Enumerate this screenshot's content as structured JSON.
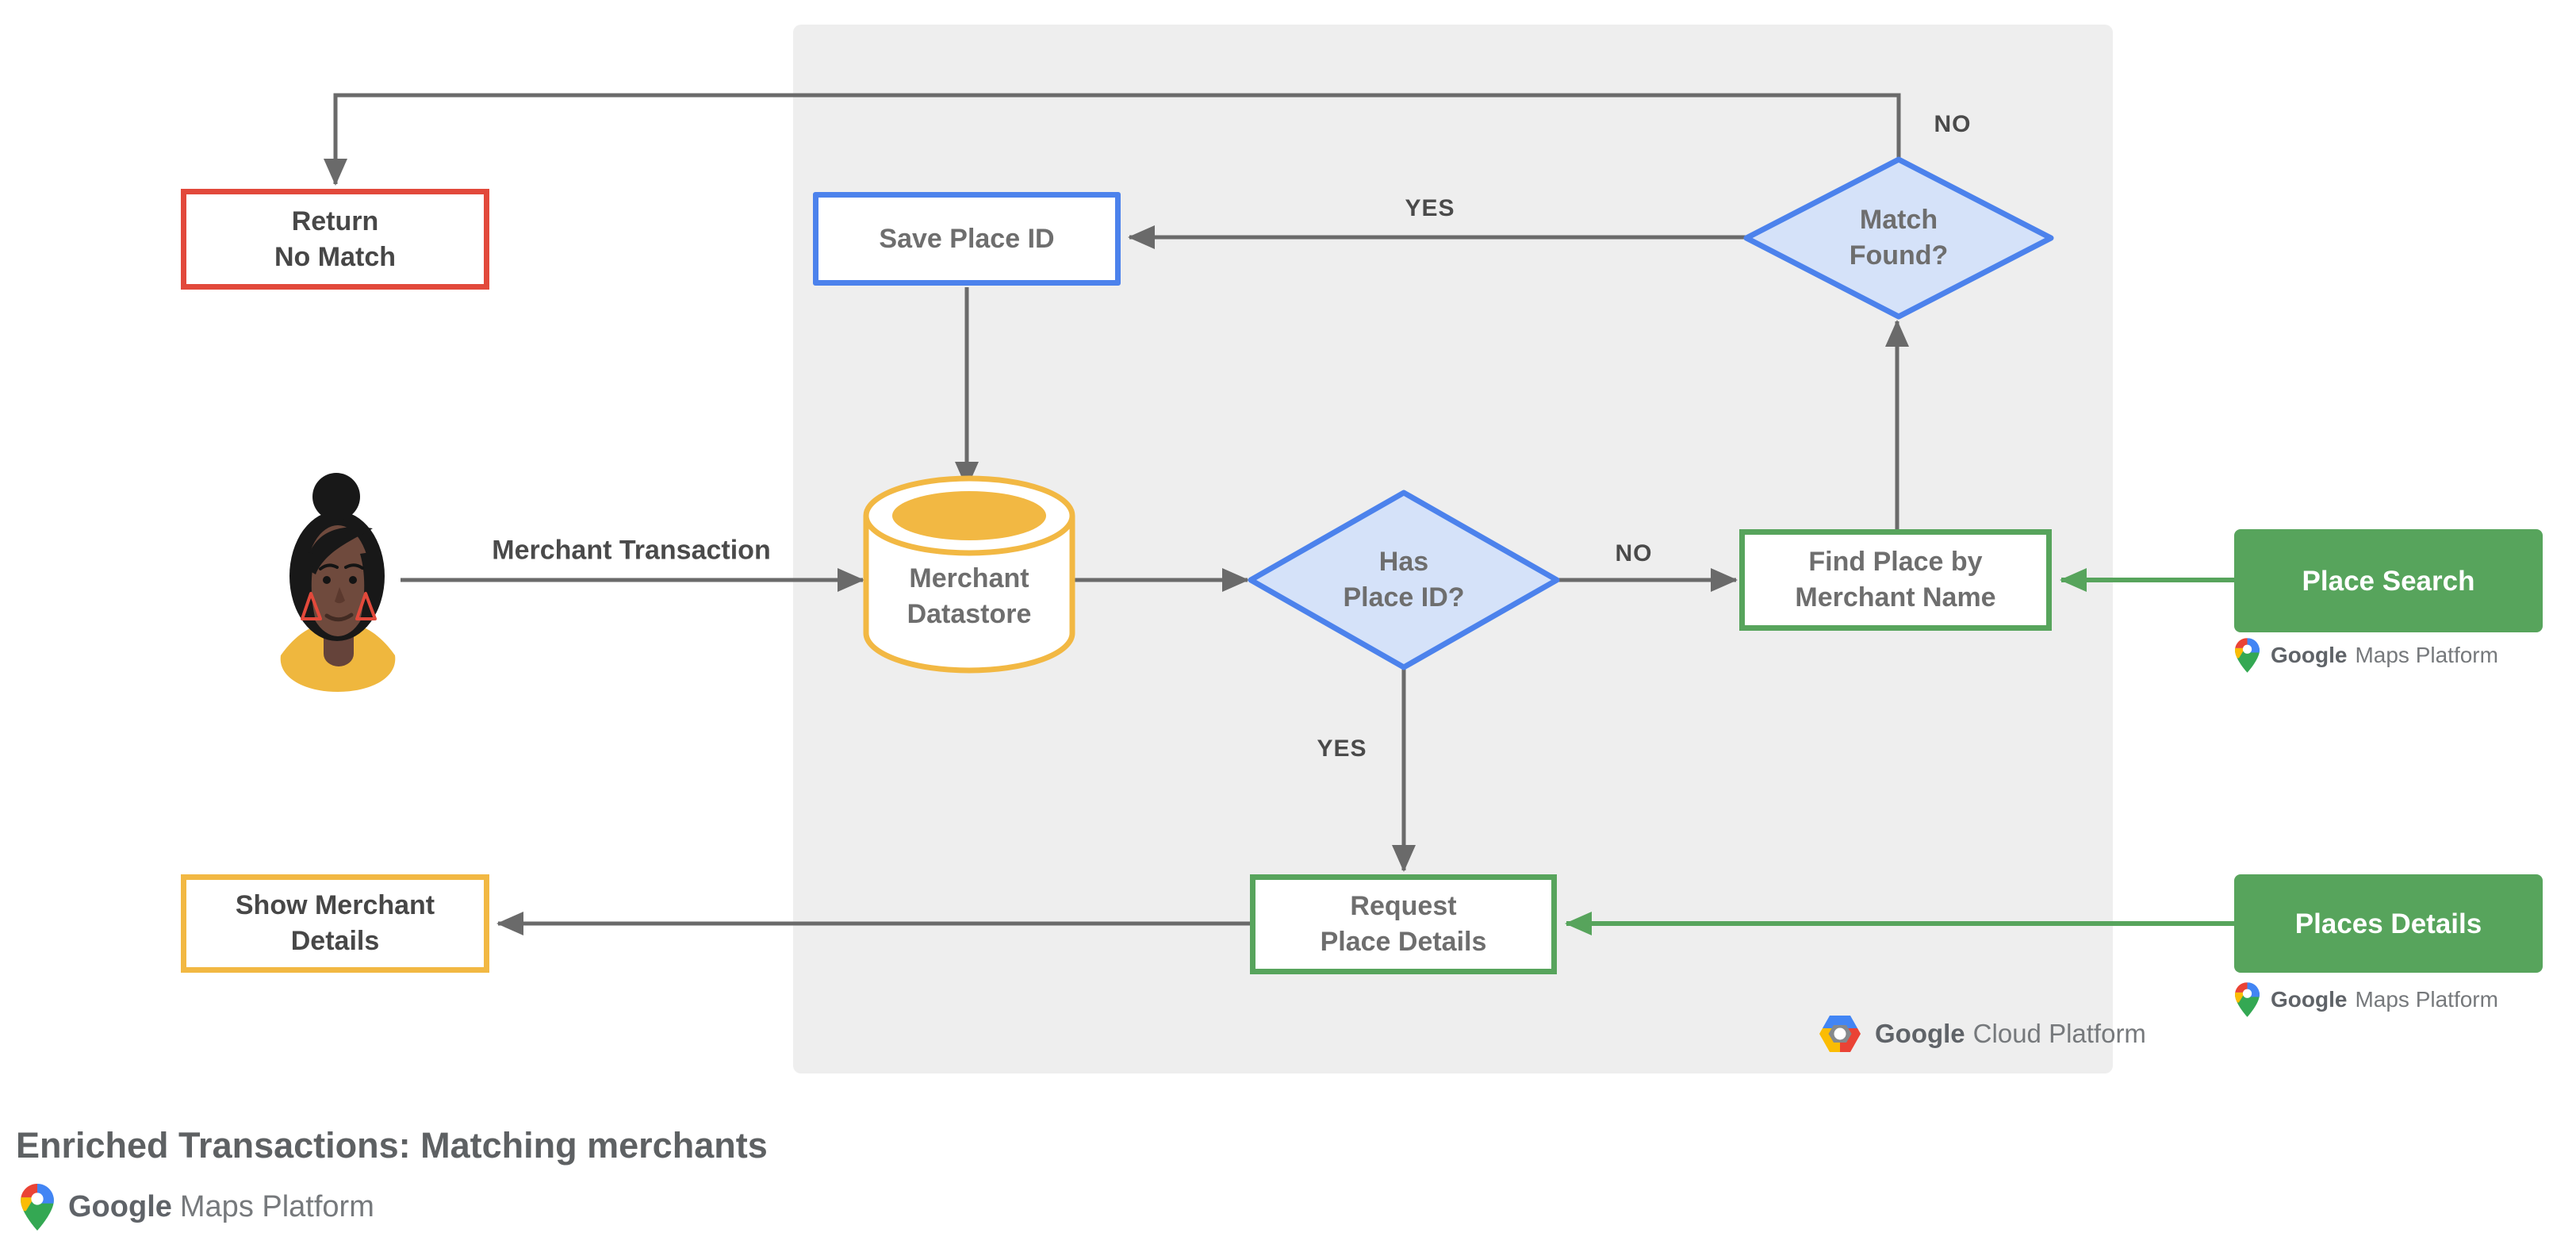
{
  "title": {
    "text": "Enriched Transactions: Matching merchants"
  },
  "colors": {
    "panel": "#eeeeee",
    "red": "#E2493B",
    "blue": "#4C82EC",
    "blue_fill": "#D5E2F9",
    "yellow": "#F2B843",
    "green": "#57A45C",
    "line": "#6A6A6A"
  },
  "nodes": {
    "return_no_match": {
      "line1": "Return",
      "line2": "No Match"
    },
    "save_place_id": {
      "label": "Save Place ID"
    },
    "match_found": {
      "line1": "Match",
      "line2": "Found?"
    },
    "merchant_datastore": {
      "line1": "Merchant",
      "line2": "Datastore"
    },
    "has_place_id": {
      "line1": "Has",
      "line2": "Place ID?"
    },
    "find_place": {
      "line1": "Find Place by",
      "line2": "Merchant Name"
    },
    "place_search": {
      "label": "Place Search"
    },
    "request_place_details": {
      "line1": "Request",
      "line2": "Place Details"
    },
    "places_details": {
      "label": "Places Details"
    },
    "show_merchant_details": {
      "line1": "Show Merchant",
      "line2": "Details"
    }
  },
  "edge_labels": {
    "no_top": "NO",
    "yes_top": "YES",
    "no_mid": "NO",
    "yes_mid": "YES",
    "merchant_transaction": "Merchant Transaction"
  },
  "logos": {
    "gcp": {
      "google": "Google",
      "rest": "Cloud Platform"
    },
    "gmp_place_search": {
      "google": "Google",
      "rest": "Maps Platform"
    },
    "gmp_places_details": {
      "google": "Google",
      "rest": "Maps Platform"
    },
    "gmp_footer": {
      "google": "Google",
      "rest": "Maps Platform"
    }
  }
}
